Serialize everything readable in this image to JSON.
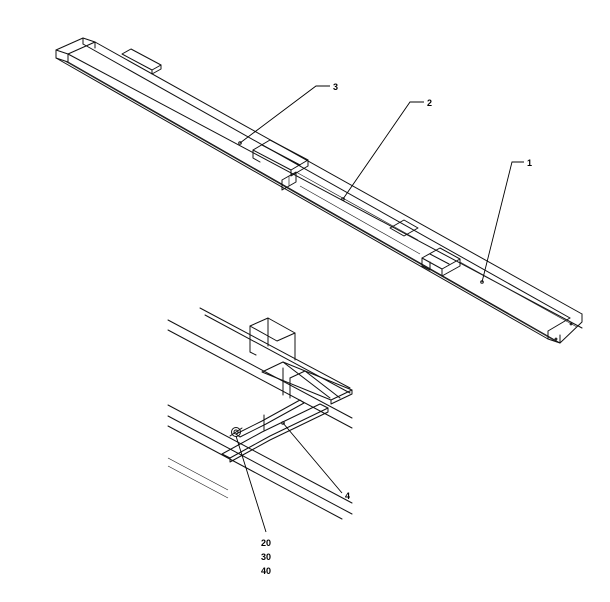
{
  "callouts": {
    "part_1": "1",
    "part_2": "2",
    "part_3": "3",
    "part_4": "4",
    "hardware": [
      "20",
      "30",
      "40"
    ]
  }
}
